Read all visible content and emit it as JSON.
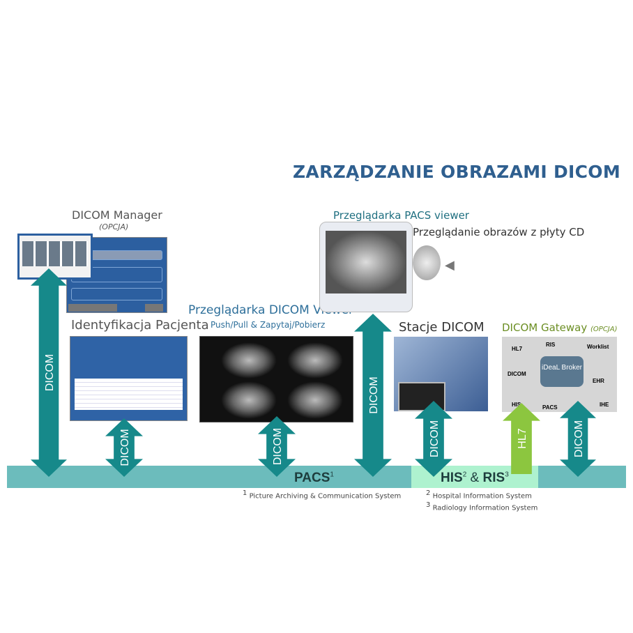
{
  "title": "ZARZĄDZANIE OBRAZAMI DICOM",
  "dicom_manager": {
    "label": "DICOM Manager",
    "option": "(OPCJA)"
  },
  "patient_id": {
    "label": "Identyfikacja Pacjenta"
  },
  "dicom_viewer": {
    "label": "Przeglądarka DICOM Viewer",
    "sublabel": "Push/Pull & Zapytaj/Pobierz"
  },
  "pacs_viewer": {
    "label": "Przeglądarka PACS viewer",
    "cd_label": "Przeglądanie obrazów z płyty CD"
  },
  "stations": {
    "label": "Stacje DICOM"
  },
  "gateway": {
    "label": "DICOM Gateway",
    "option": "(OPCJA)",
    "puzzle": [
      "HL7",
      "RIS",
      "Worklist",
      "DICOM",
      "EHR",
      "HIS",
      "PACS",
      "IHE"
    ],
    "center": "iDeaL Broker"
  },
  "arrows": {
    "dicom": "DICOM",
    "hl7": "HL7"
  },
  "bus": {
    "pacs": "PACS",
    "pacs_sup": "1",
    "his": "HIS",
    "his_sup": "2",
    "amp": "&",
    "ris": "RIS",
    "ris_sup": "3"
  },
  "footnotes": [
    {
      "num": "1",
      "text": "Picture Archiving & Communication System"
    },
    {
      "num": "2",
      "text": "Hospital Information System"
    },
    {
      "num": "3",
      "text": "Radiology Information System"
    }
  ],
  "colors": {
    "title": "#2f5f8f",
    "arrow": "#16898a",
    "hl7_arrow": "#8cc63f",
    "bus": "#6cbcbc",
    "his_box": "#aef2cf",
    "gateway_label": "#6b8e23"
  }
}
